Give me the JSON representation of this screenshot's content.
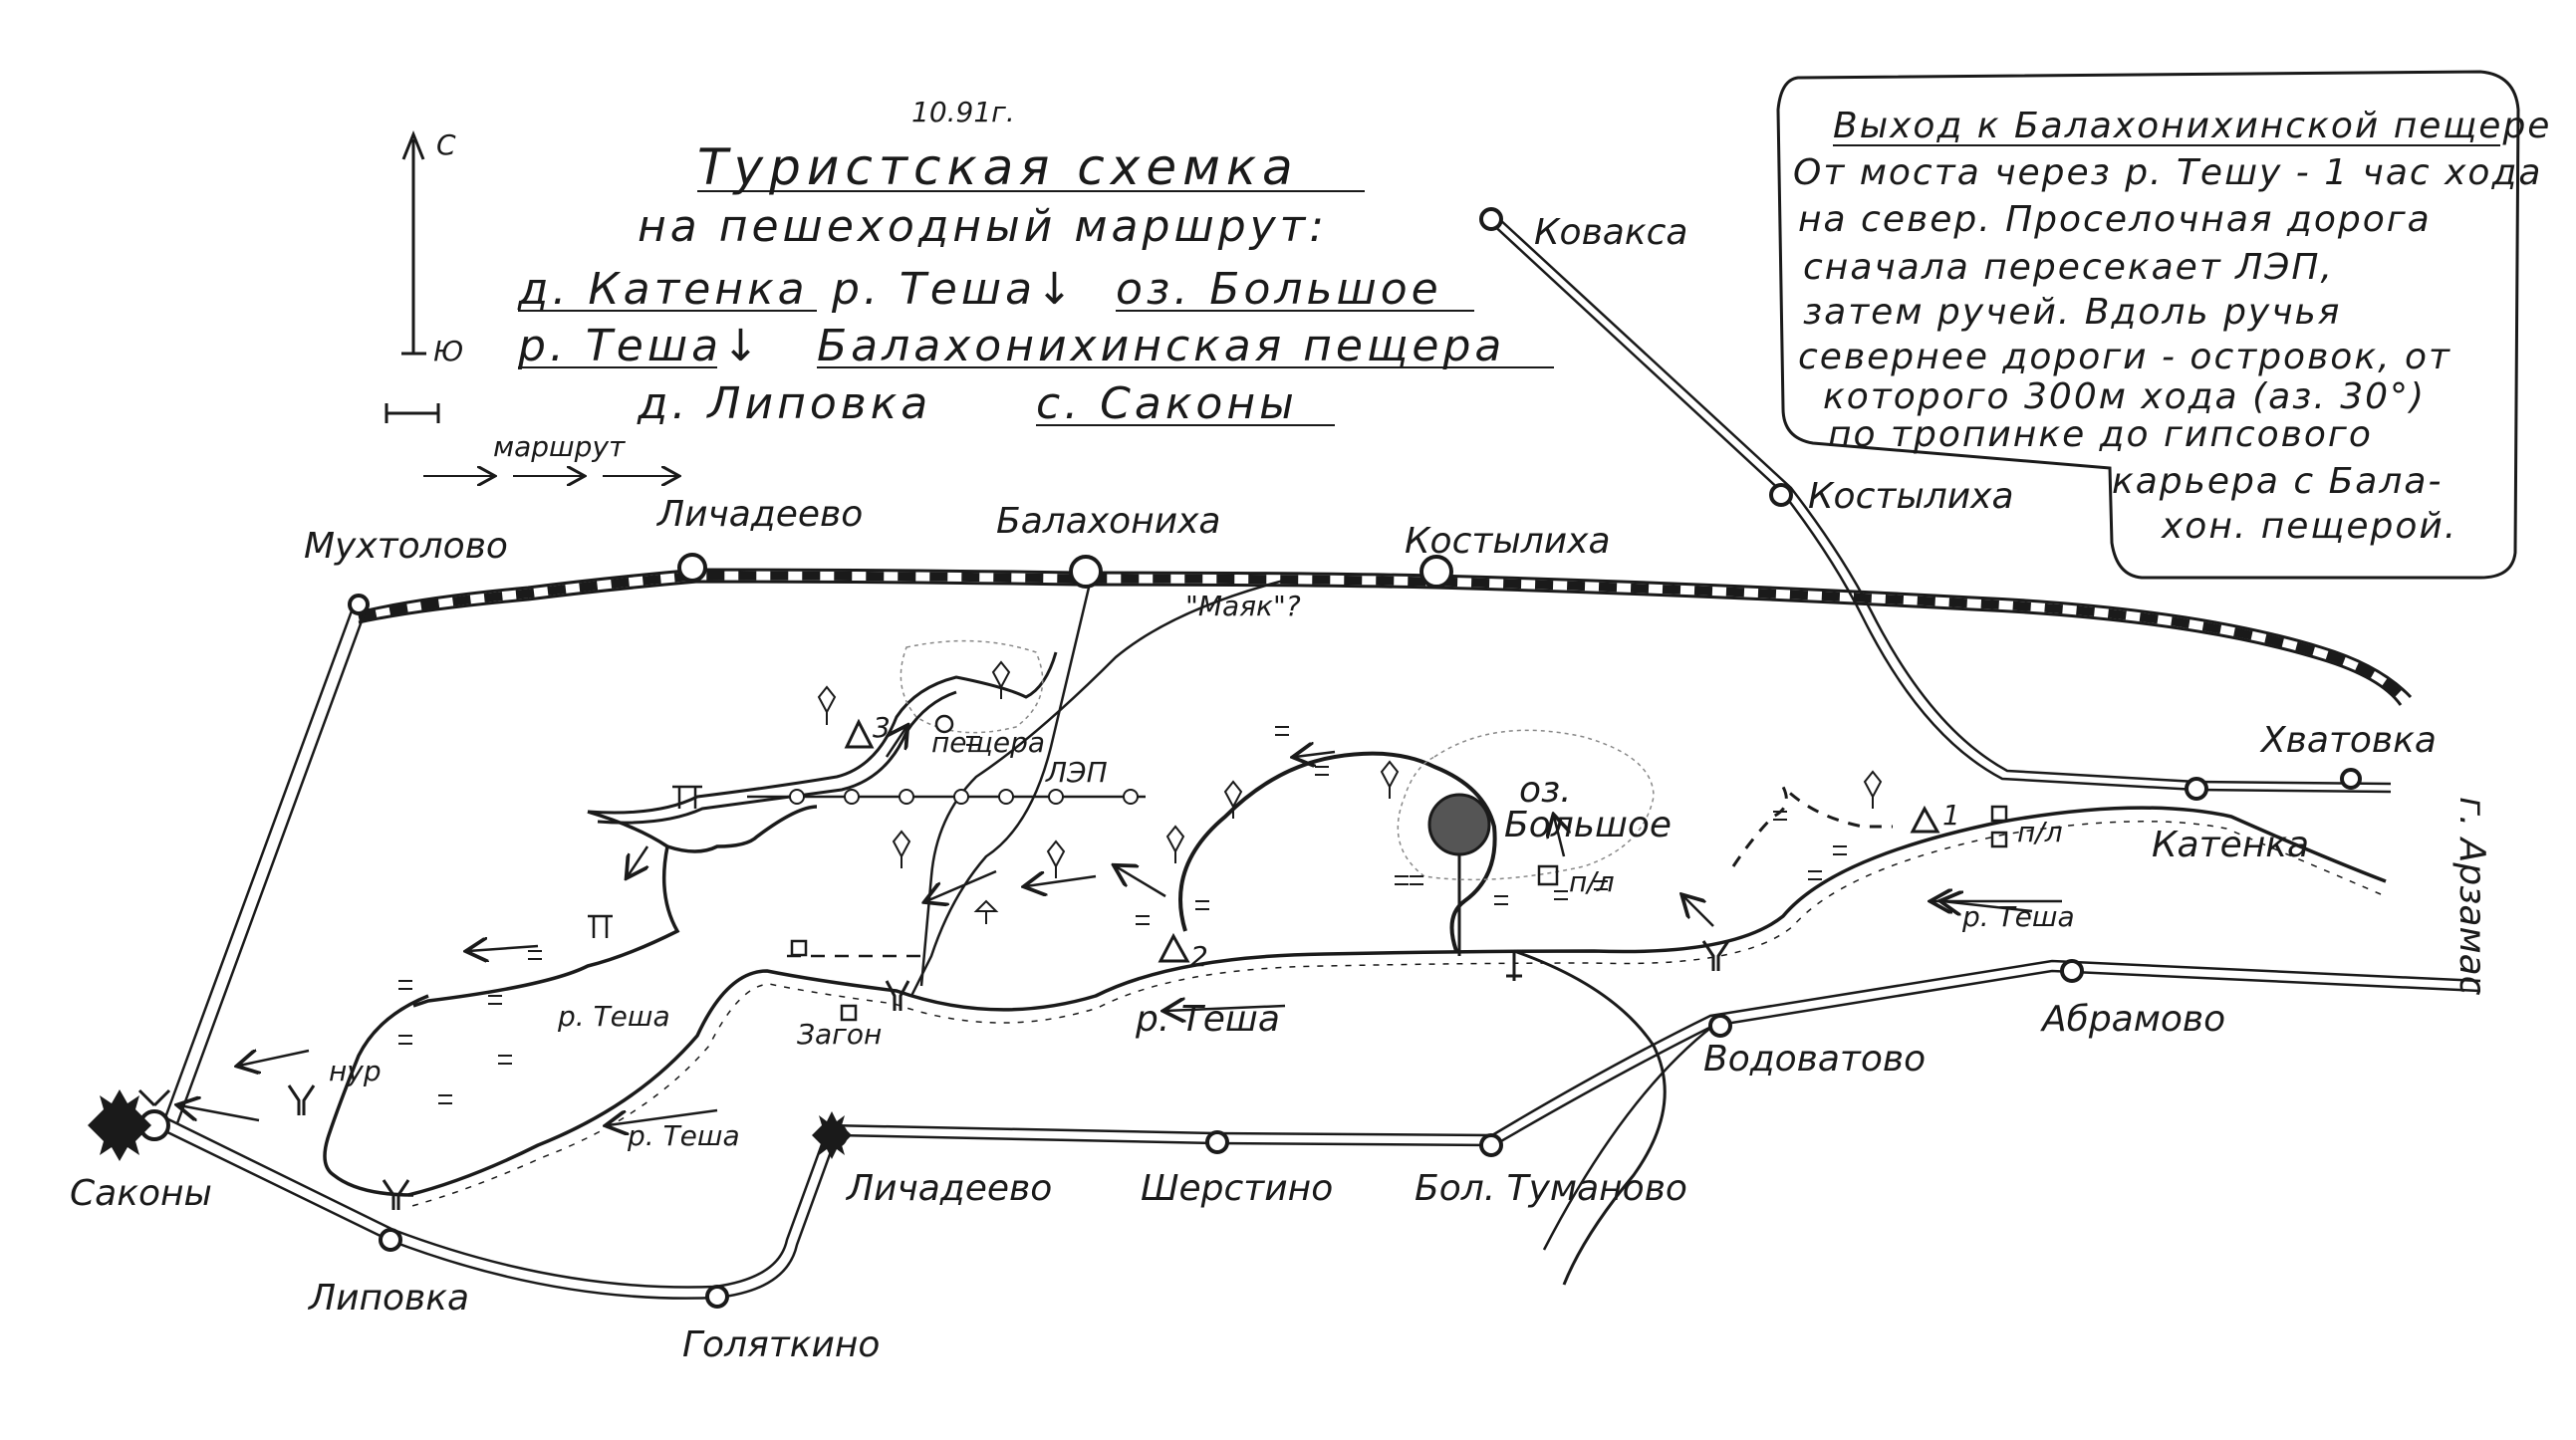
{
  "date": "10.91г.",
  "title": "Туристская схемка",
  "subtitle": "на пешеходный маршрут:",
  "route_line1": {
    "p1": "д. Катенка",
    "p2": "р. Теша↓",
    "p3": "оз. Большое"
  },
  "route_line2": {
    "p1": "р. Теша↓",
    "p2": "Балахонихинская пещера"
  },
  "route_line3": {
    "p1": "д. Липовка",
    "p2": "с. Саконы"
  },
  "compass": {
    "north": "С",
    "south": "Ю"
  },
  "legend": {
    "route": "маршрут"
  },
  "note": {
    "heading": "Выход к Балахонихинской пещере",
    "lines": [
      "От моста через р. Тешу - 1 час хода",
      "на север. Проселочная дорога",
      "сначала пересекает ЛЭП,",
      "затем ручей. Вдоль ручья",
      "севернее дороги - островок, от",
      "которого 300м хода (аз. 30°)",
      "по тропинке до гипсового",
      "карьера с Бала-",
      "хон. пещерой."
    ]
  },
  "places": {
    "kovakse": "Ковакса",
    "kostylikha_ne": "Костылиха",
    "mukhtolovo": "Мухтолово",
    "lichadeevo_n": "Личадеево",
    "balakhonikha": "Балахониха",
    "kostylikha": "Костылиха",
    "mayak": "\"Маяк\"?",
    "khvatovka": "Хватовка",
    "katenka": "Катенка",
    "ozero": "оз.",
    "ozero2": "Большое",
    "peshchera": "пещера",
    "lep": "ЛЭП",
    "pl1": "п/л",
    "pl2": "п/л",
    "zagon": "Загон",
    "nur": "нур",
    "river_main": "р. Теша",
    "river_e": "р. Теша",
    "river_w": "р. Теша",
    "river_nw": "р. Теша",
    "vodovatovo": "Водоватово",
    "abramovo": "Абрамово",
    "sakony": "Саконы",
    "lipovka": "Липовка",
    "golyatkino": "Голяткино",
    "lichadeevo_s": "Личадеево",
    "sherstino": "Шерстино",
    "bol_tumanovo": "Бол. Туманово",
    "arzamas": "г. Арзамас",
    "camp1": "1",
    "camp2": "2",
    "camp3": "3"
  }
}
